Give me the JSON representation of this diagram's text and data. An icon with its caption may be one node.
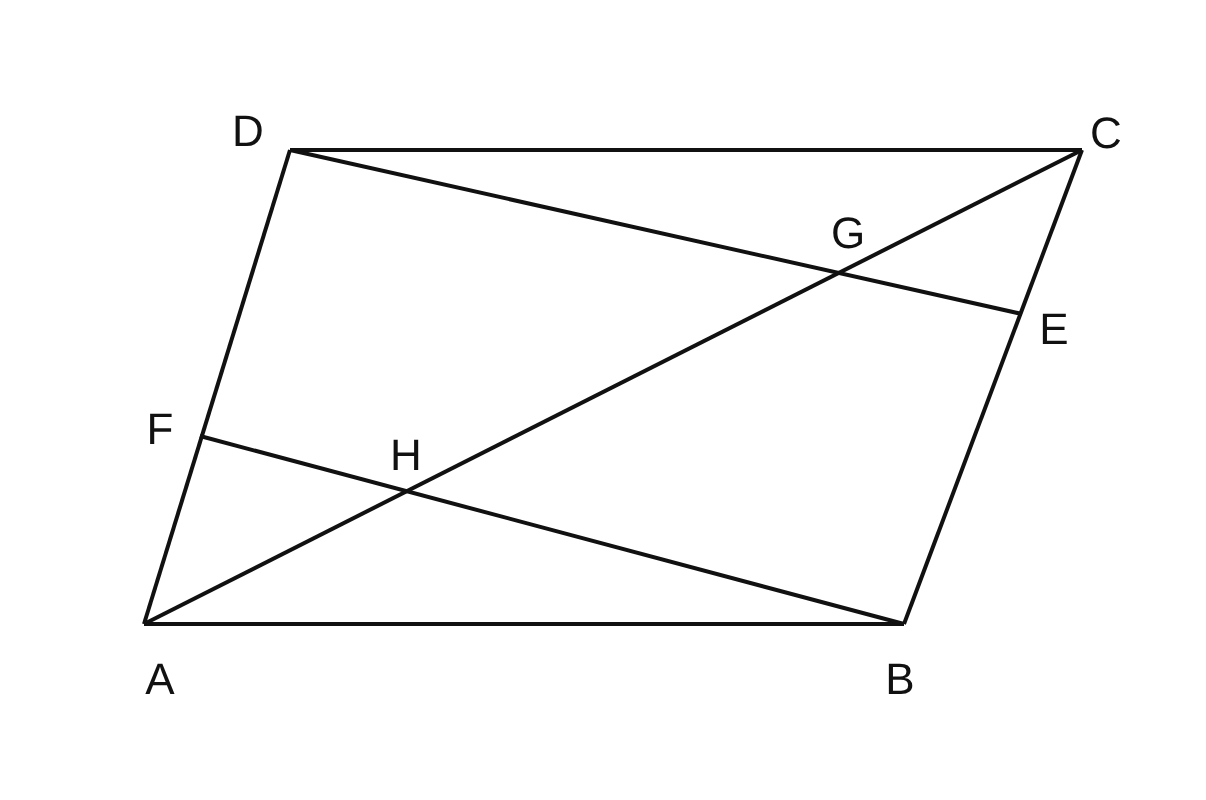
{
  "diagram": {
    "labels": [
      "D",
      "C",
      "G",
      "E",
      "F",
      "H",
      "A",
      "B"
    ]
  }
}
